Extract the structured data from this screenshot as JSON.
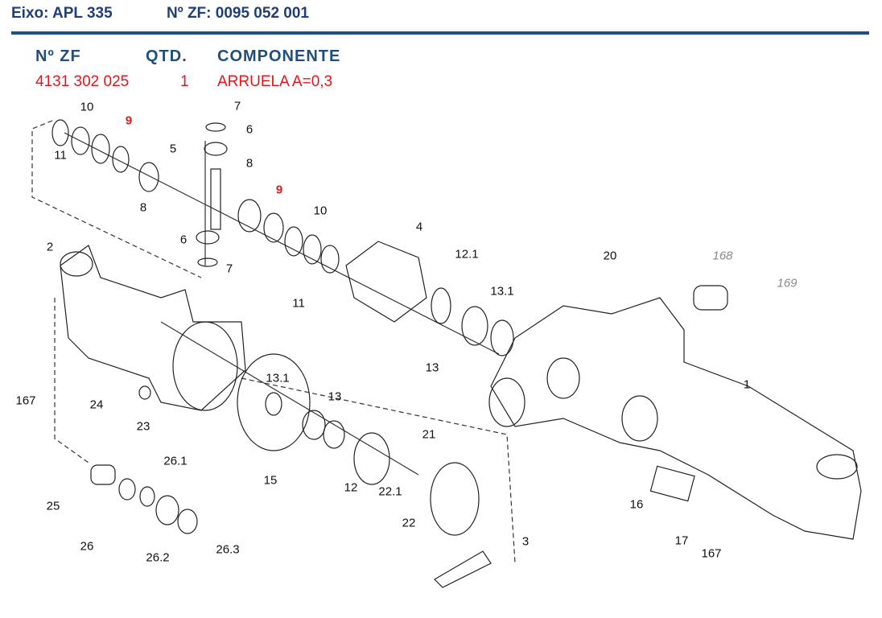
{
  "header": {
    "axle_label": "Eixo: APL 335",
    "zf_label": "Nº ZF: 0095 052 001"
  },
  "table": {
    "columns": [
      "Nº ZF",
      "QTD.",
      "COMPONENTE"
    ],
    "row": {
      "zf": "4131 302 025",
      "qty": "1",
      "component": "ARRUELA A=0,3"
    }
  },
  "diagram": {
    "callouts": [
      {
        "text": "10",
        "style": "normal"
      },
      {
        "text": "9",
        "style": "highlight"
      },
      {
        "text": "11",
        "style": "normal"
      },
      {
        "text": "8",
        "style": "normal"
      },
      {
        "text": "7",
        "style": "normal"
      },
      {
        "text": "6",
        "style": "normal"
      },
      {
        "text": "5",
        "style": "normal"
      },
      {
        "text": "8",
        "style": "normal"
      },
      {
        "text": "9",
        "style": "highlight"
      },
      {
        "text": "10",
        "style": "normal"
      },
      {
        "text": "6",
        "style": "normal"
      },
      {
        "text": "7",
        "style": "normal"
      },
      {
        "text": "11",
        "style": "normal"
      },
      {
        "text": "4",
        "style": "normal"
      },
      {
        "text": "12.1",
        "style": "normal"
      },
      {
        "text": "13.1",
        "style": "normal"
      },
      {
        "text": "13",
        "style": "normal"
      },
      {
        "text": "20",
        "style": "normal"
      },
      {
        "text": "168",
        "style": "muted"
      },
      {
        "text": "169",
        "style": "muted"
      },
      {
        "text": "2",
        "style": "normal"
      },
      {
        "text": "167",
        "style": "normal"
      },
      {
        "text": "24",
        "style": "normal"
      },
      {
        "text": "23",
        "style": "normal"
      },
      {
        "text": "13.1",
        "style": "normal"
      },
      {
        "text": "13",
        "style": "normal"
      },
      {
        "text": "15",
        "style": "normal"
      },
      {
        "text": "21",
        "style": "normal"
      },
      {
        "text": "12",
        "style": "normal"
      },
      {
        "text": "22.1",
        "style": "normal"
      },
      {
        "text": "22",
        "style": "normal"
      },
      {
        "text": "3",
        "style": "normal"
      },
      {
        "text": "1",
        "style": "normal"
      },
      {
        "text": "16",
        "style": "normal"
      },
      {
        "text": "17",
        "style": "normal"
      },
      {
        "text": "167",
        "style": "normal"
      },
      {
        "text": "25",
        "style": "normal"
      },
      {
        "text": "26.1",
        "style": "normal"
      },
      {
        "text": "26",
        "style": "normal"
      },
      {
        "text": "26.2",
        "style": "normal"
      },
      {
        "text": "26.3",
        "style": "normal"
      }
    ]
  }
}
